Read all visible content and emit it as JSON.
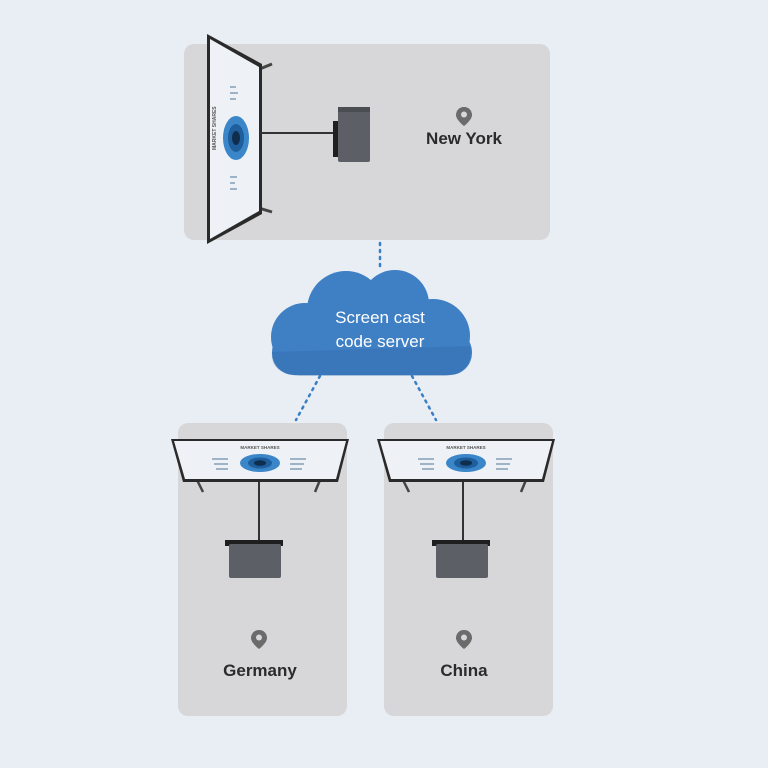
{
  "locations": {
    "new_york": {
      "label": "New York"
    },
    "germany": {
      "label": "Germany"
    },
    "china": {
      "label": "China"
    }
  },
  "server": {
    "line1": "Screen cast",
    "line2": "code server"
  },
  "screens": {
    "main_title": "MARKET SHARES",
    "small_title": "MARKET SHARES"
  },
  "colors": {
    "background": "#e9eef4",
    "panel": "#d7d7d9",
    "cloud": "#3f7fc4",
    "connector": "#3a7fc6",
    "device": "#5c6066",
    "pin": "#6b6b6b"
  },
  "icons": [
    "location-pin-icon",
    "cloud-icon",
    "display-icon",
    "cast-device-icon"
  ]
}
